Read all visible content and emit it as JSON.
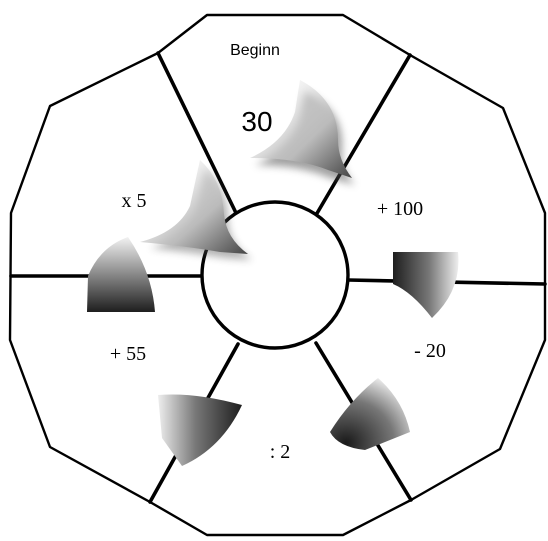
{
  "puzzle": {
    "start_label": "Beginn",
    "start_value": "30",
    "operations": [
      {
        "id": "plus-100",
        "label": "+ 100"
      },
      {
        "id": "minus-20",
        "label": "- 20"
      },
      {
        "id": "divide-2",
        "label": ": 2"
      },
      {
        "id": "plus-55",
        "label": "+ 55"
      },
      {
        "id": "times-5",
        "label": "x 5"
      }
    ],
    "colors": {
      "outline": "#000000",
      "background": "#ffffff",
      "arrow_dark": "#222222"
    }
  }
}
